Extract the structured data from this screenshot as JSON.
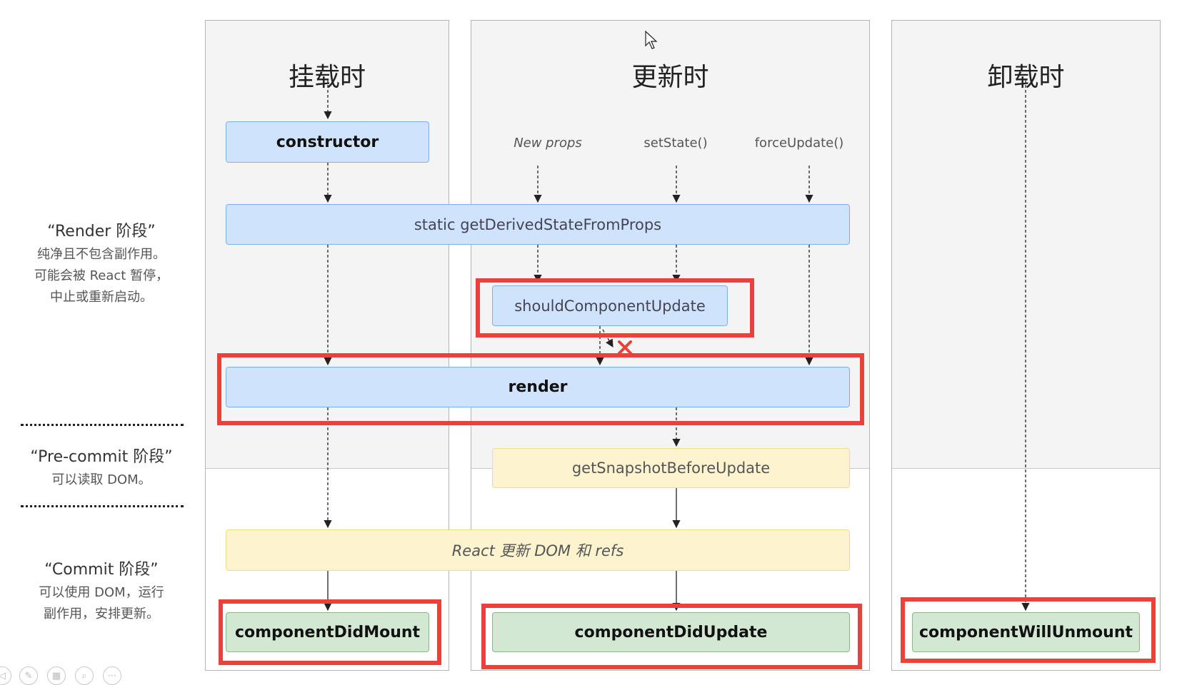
{
  "columns": {
    "mount": {
      "title": "挂载时"
    },
    "update": {
      "title": "更新时"
    },
    "unmount": {
      "title": "卸载时"
    }
  },
  "triggers": {
    "new_props": "New props",
    "set_state": "setState()",
    "force_update": "forceUpdate()"
  },
  "methods": {
    "constructor": "constructor",
    "get_derived": "static getDerivedStateFromProps",
    "should_update": "shouldComponentUpdate",
    "render": "render",
    "snapshot": "getSnapshotBeforeUpdate",
    "react_updates": "React 更新 DOM 和 refs",
    "did_mount": "componentDidMount",
    "did_update": "componentDidUpdate",
    "will_unmount": "componentWillUnmount"
  },
  "phases": {
    "render": {
      "title": "“Render 阶段”",
      "lines": [
        "纯净且不包含副作用。",
        "可能会被 React 暂停，",
        "中止或重新启动。"
      ]
    },
    "precommit": {
      "title": "“Pre-commit 阶段”",
      "lines": [
        "可以读取 DOM。"
      ]
    },
    "commit": {
      "title": "“Commit 阶段”",
      "lines": [
        "可以使用 DOM，运行",
        "副作用，安排更新。"
      ]
    }
  },
  "colors": {
    "highlight": "#e8423a",
    "blue_box": "#cfe3fd",
    "yellow_box": "#fdf3cf",
    "green_box": "#d3e8d3",
    "cancel_mark": "#e8423a"
  },
  "icons": [
    "cancel-x-icon",
    "mouse-cursor-icon"
  ]
}
